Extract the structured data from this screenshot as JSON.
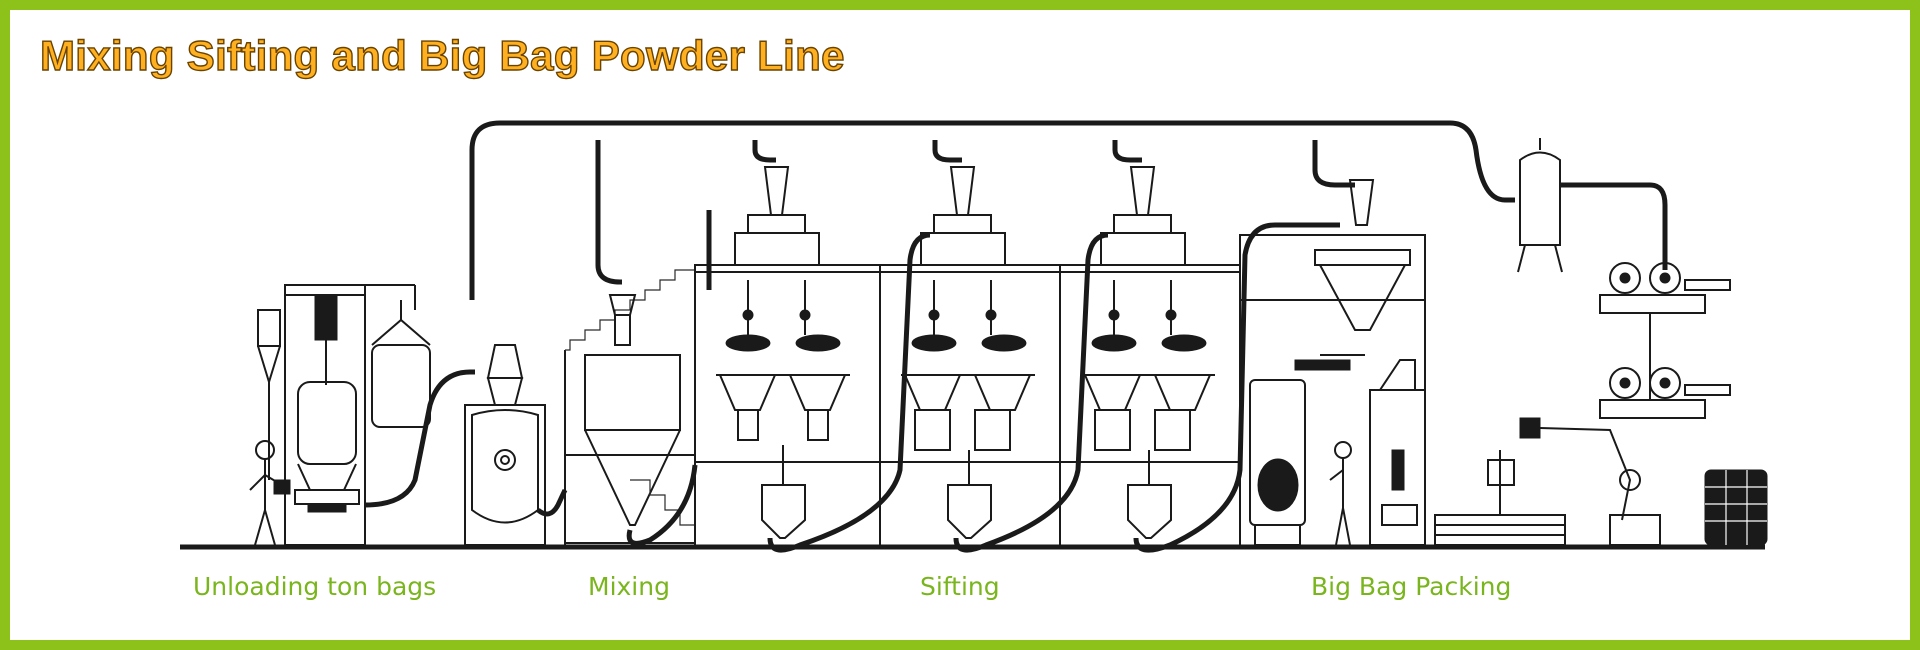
{
  "title": "Mixing Sifting and Big Bag Powder Line",
  "colors": {
    "border": "#8cc21a",
    "title_fill": "#ffb021",
    "title_outline": "#6a4300",
    "stage_labels": "#7ab51d",
    "line_art": "#1a1a1a"
  },
  "stages": {
    "unloading": "Unloading ton bags",
    "mixing": "Mixing",
    "sifting": "Sifting",
    "packing": "Big Bag Packing"
  }
}
